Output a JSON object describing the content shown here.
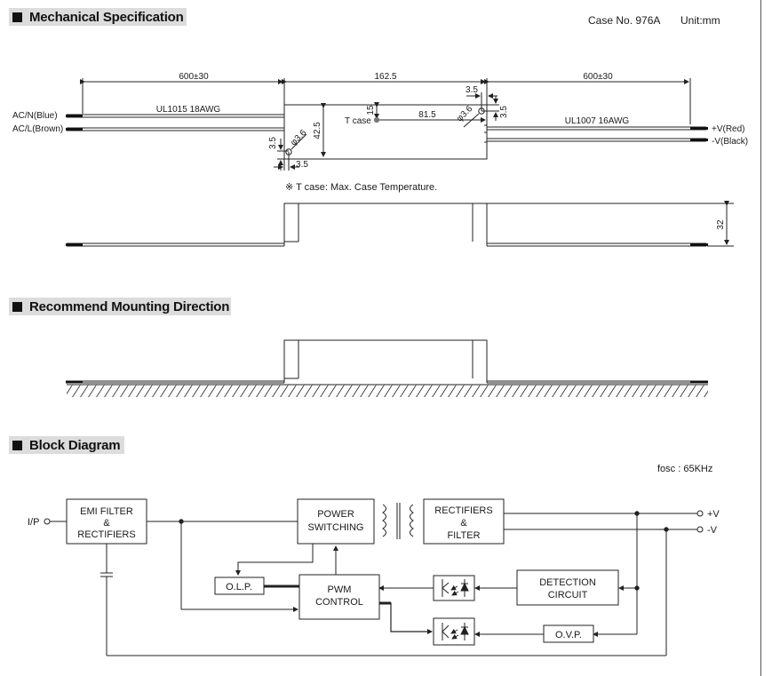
{
  "sections": {
    "mechanical": "Mechanical Specification",
    "mounting": "Recommend Mounting Direction",
    "block": "Block Diagram"
  },
  "case_info": {
    "case_no": "Case No. 976A",
    "unit": "Unit:mm"
  },
  "mechanical": {
    "dim_left_wire": "600±30",
    "dim_body_length": "162.5",
    "dim_right_wire": "600±30",
    "dim_hole_top": "3.5",
    "dim_hole_right": "3.5",
    "dim_hole_left": "3.5",
    "dim_hole_bottom": "3.5",
    "dim_hole_dia_left": "φ3.6",
    "dim_hole_dia_right": "φ3.6",
    "dim_width": "42.5",
    "dim_tcase_offset_y": "15",
    "dim_tcase_offset_x": "81.5",
    "tcase_label": "T case",
    "input_wire_spec": "UL1015 18AWG",
    "output_wire_spec": "UL1007 16AWG",
    "input_n": "AC/N(Blue)",
    "input_l": "AC/L(Brown)",
    "output_pos": "+V(Red)",
    "output_neg": "-V(Black)",
    "tcase_note": "※ T case: Max. Case Temperature.",
    "dim_height": "32"
  },
  "block": {
    "fosc": "fosc :  65KHz",
    "ip": "I/P",
    "emi": [
      "EMI FILTER",
      "&",
      "RECTIFIERS"
    ],
    "power": [
      "POWER",
      "SWITCHING"
    ],
    "rect": [
      "RECTIFIERS",
      "&",
      "FILTER"
    ],
    "olp": "O.L.P.",
    "pwm": [
      "PWM",
      "CONTROL"
    ],
    "detect": [
      "DETECTION",
      "CIRCUIT"
    ],
    "ovp": "O.V.P.",
    "out_pos": "+V",
    "out_neg": "-V"
  }
}
